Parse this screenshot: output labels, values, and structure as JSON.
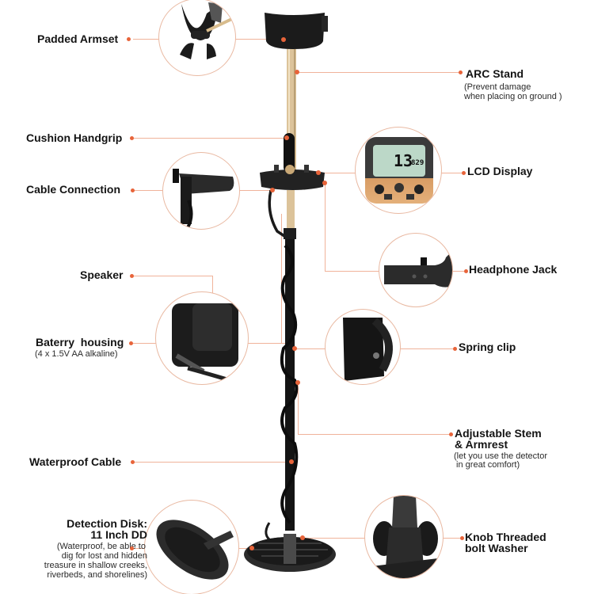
{
  "diagram": {
    "subject": "Metal detector",
    "accent_color": "#e8643a",
    "connector_color": "#f0b39a",
    "callouts": [
      {
        "id": "padded-armset",
        "label": "Padded Armset",
        "side": "left"
      },
      {
        "id": "arc-stand",
        "label": "ARC Stand",
        "note_lines": [
          "(Prevent damage",
          "when placing on ground )"
        ],
        "side": "right"
      },
      {
        "id": "cushion-handgrip",
        "label": "Cushion Handgrip",
        "side": "left"
      },
      {
        "id": "lcd-display",
        "label": "LCD Display",
        "side": "right"
      },
      {
        "id": "cable-connection",
        "label": "Cable Connection",
        "side": "left"
      },
      {
        "id": "headphone-jack",
        "label": "Headphone Jack",
        "side": "right"
      },
      {
        "id": "speaker",
        "label": "Speaker",
        "side": "left"
      },
      {
        "id": "battery-housing",
        "label": "Baterry  housing",
        "note_lines": [
          "(4 x 1.5V AA alkaline)"
        ],
        "side": "left"
      },
      {
        "id": "spring-clip",
        "label": "Spring clip",
        "side": "right"
      },
      {
        "id": "adjustable-stem",
        "label_lines": [
          "Adjustable Stem",
          "& Armrest"
        ],
        "note_lines": [
          "(let you use the detector",
          " in great comfort)"
        ],
        "side": "right"
      },
      {
        "id": "waterproof-cable",
        "label": "Waterproof Cable",
        "side": "left"
      },
      {
        "id": "detection-disk",
        "label_lines": [
          "Detection Disk:",
          "11 Inch DD"
        ],
        "note_lines": [
          "(Waterproof, be able to",
          "dig for lost and hidden",
          "treasure in shallow creeks,",
          "riverbeds, and shorelines)"
        ],
        "side": "left"
      },
      {
        "id": "knob-threaded",
        "label_lines": [
          "Knob Threaded",
          "bolt Washer"
        ],
        "side": "right"
      }
    ],
    "lcd": {
      "big_value": "13",
      "small_value": "829"
    }
  }
}
